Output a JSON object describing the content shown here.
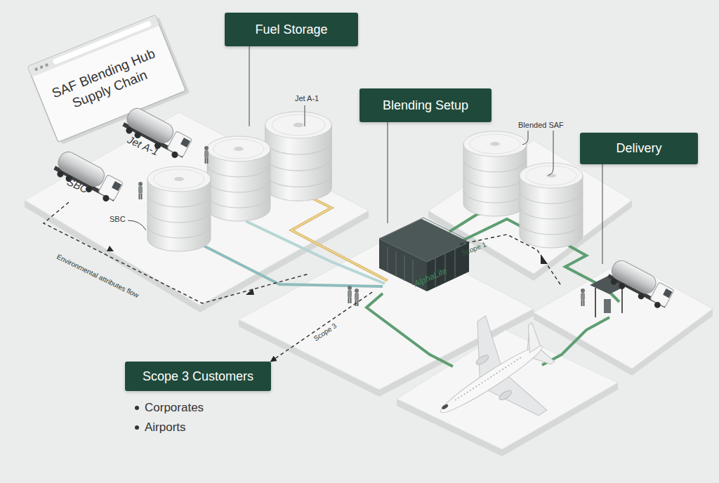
{
  "diagram": {
    "title": "SAF Blending Hub Supply Chain",
    "nodes": [
      {
        "text": [
          "Fuel Storage"
        ]
      },
      {
        "text": [
          "Blending Setup"
        ]
      },
      {
        "text": [
          "Delivery"
        ]
      },
      {
        "text": [
          "AlphaLite"
        ]
      },
      {
        "text": [
          "Scope 3 Customers"
        ]
      }
    ],
    "edges": [
      {
        "from": 3,
        "to": 4,
        "label": "Scope 3",
        "arrow": "to"
      }
    ],
    "labels": [
      "Jet A-1",
      "Jet A-1",
      "SBC",
      "SBC",
      "Blended SAF",
      "Environmental attributes flow",
      "Scope 1",
      "Corporates",
      "Airports"
    ]
  }
}
